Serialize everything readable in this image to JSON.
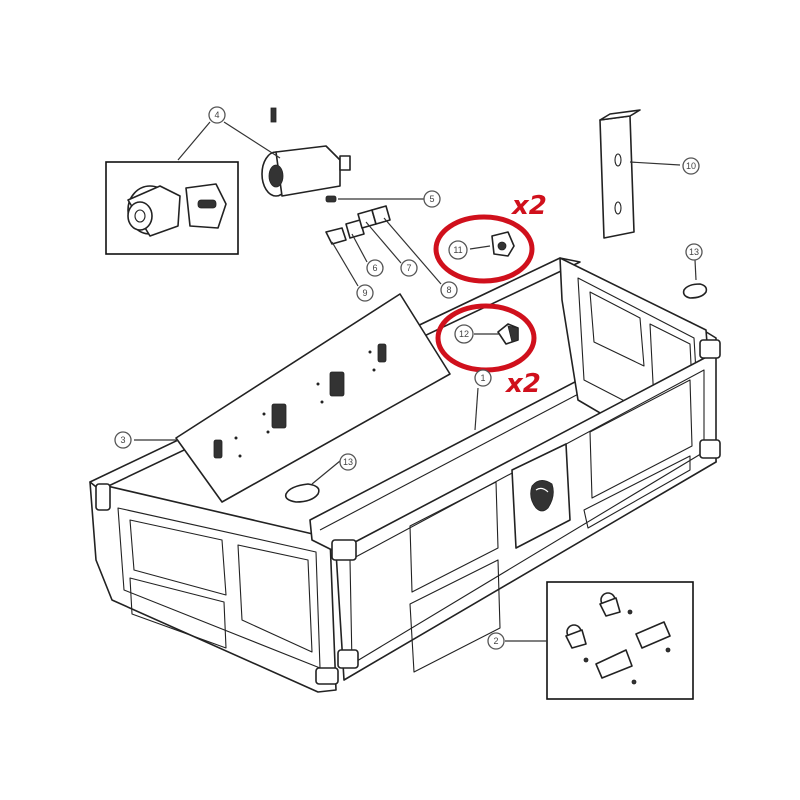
{
  "callouts": {
    "c1": "1",
    "c2": "2",
    "c3": "3",
    "c4": "4",
    "c5": "5",
    "c6": "6",
    "c7": "7",
    "c8": "8",
    "c9": "9",
    "c10": "10",
    "c11": "11",
    "c12": "12",
    "c13a": "13",
    "c13b": "13"
  },
  "highlights": {
    "qty_top": "x2",
    "qty_bottom": "x2",
    "ring_color": "#d0101c"
  },
  "icons": [
    "bed-extender-frame",
    "ram-logo",
    "lock-cylinder",
    "latch-handle",
    "spacer-plate",
    "bumper",
    "fastener"
  ]
}
